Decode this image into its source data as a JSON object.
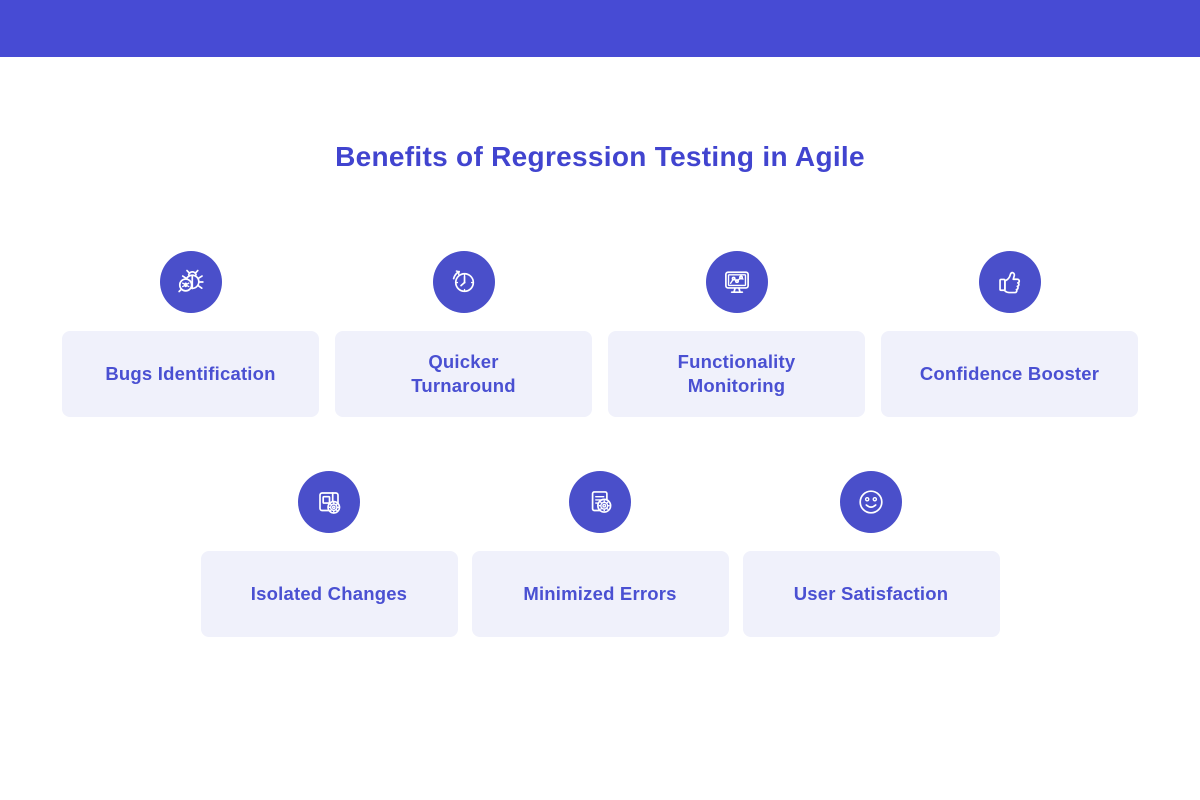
{
  "title": "Benefits of Regression Testing in Agile",
  "colors": {
    "accent": "#474bd4",
    "icon_circle": "#4a4fca",
    "card_bg": "#f0f1fb",
    "card_text": "#4a50d2",
    "title_text": "#4144cf"
  },
  "rows": [
    {
      "items": [
        {
          "label": "Bugs Identification",
          "icon": "bug-magnifier-icon"
        },
        {
          "label": "Quicker\nTurnaround",
          "icon": "clock-arrow-icon"
        },
        {
          "label": "Functionality\nMonitoring",
          "icon": "monitor-chart-icon"
        },
        {
          "label": "Confidence Booster",
          "icon": "thumbs-up-icon"
        }
      ]
    },
    {
      "items": [
        {
          "label": "Isolated Changes",
          "icon": "module-gear-icon"
        },
        {
          "label": "Minimized Errors",
          "icon": "document-gear-icon"
        },
        {
          "label": "User Satisfaction",
          "icon": "smiley-face-icon"
        }
      ]
    }
  ]
}
